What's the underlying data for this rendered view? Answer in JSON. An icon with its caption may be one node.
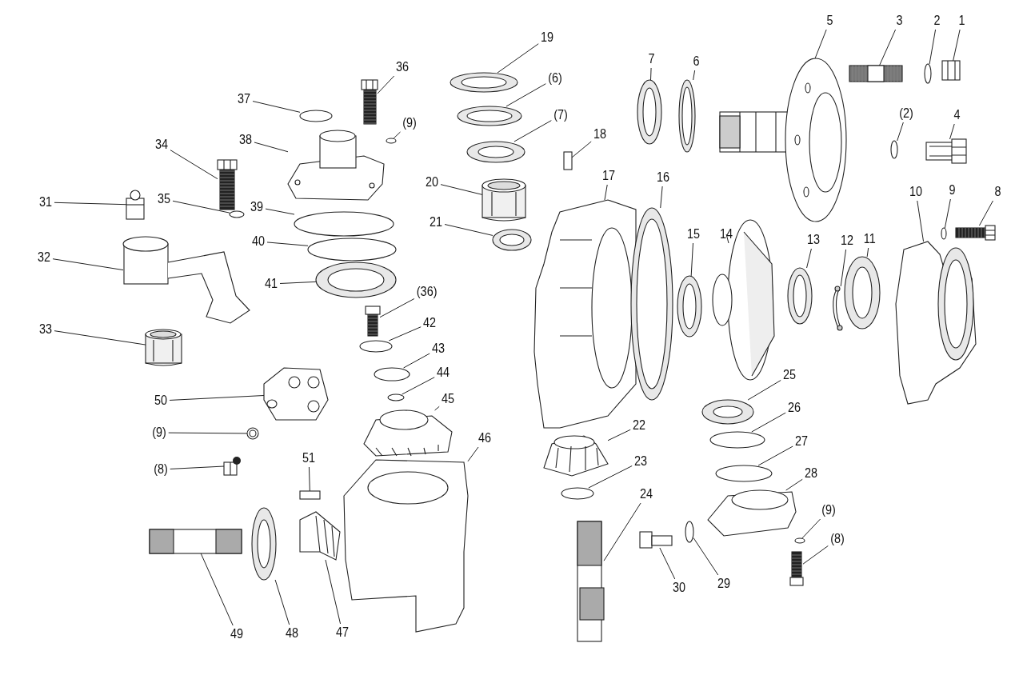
{
  "diagram": {
    "nodes": [
      {
        "text": [
          "1"
        ]
      },
      {
        "text": [
          "2"
        ]
      },
      {
        "text": [
          "3"
        ]
      },
      {
        "text": [
          "5"
        ]
      },
      {
        "text": [
          "19"
        ]
      },
      {
        "text": [
          "7"
        ]
      },
      {
        "text": [
          "6"
        ]
      },
      {
        "text": [
          "36"
        ]
      },
      {
        "text": [
          "(6)"
        ]
      },
      {
        "text": [
          "37"
        ]
      },
      {
        "text": [
          "(2)"
        ]
      },
      {
        "text": [
          "4"
        ]
      },
      {
        "text": [
          "(7)"
        ]
      },
      {
        "text": [
          "(9)"
        ]
      },
      {
        "text": [
          "18"
        ]
      },
      {
        "text": [
          "38"
        ]
      },
      {
        "text": [
          "34"
        ]
      },
      {
        "text": [
          "17"
        ]
      },
      {
        "text": [
          "16"
        ]
      },
      {
        "text": [
          "20"
        ]
      },
      {
        "text": [
          "10"
        ]
      },
      {
        "text": [
          "9"
        ]
      },
      {
        "text": [
          "8"
        ]
      },
      {
        "text": [
          "35"
        ]
      },
      {
        "text": [
          "31"
        ]
      },
      {
        "text": [
          "39"
        ]
      },
      {
        "text": [
          "21"
        ]
      },
      {
        "text": [
          "15"
        ]
      },
      {
        "text": [
          "14"
        ]
      },
      {
        "text": [
          "13"
        ]
      },
      {
        "text": [
          "12"
        ]
      },
      {
        "text": [
          "11"
        ]
      },
      {
        "text": [
          "40"
        ]
      },
      {
        "text": [
          "32"
        ]
      },
      {
        "text": [
          "41"
        ]
      },
      {
        "text": [
          "(36)"
        ]
      },
      {
        "text": [
          "42"
        ]
      },
      {
        "text": [
          "33"
        ]
      },
      {
        "text": [
          "43"
        ]
      },
      {
        "text": [
          "44"
        ]
      },
      {
        "text": [
          "25"
        ]
      },
      {
        "text": [
          "45"
        ]
      },
      {
        "text": [
          "50"
        ]
      },
      {
        "text": [
          "26"
        ]
      },
      {
        "text": [
          "22"
        ]
      },
      {
        "text": [
          "(9)"
        ]
      },
      {
        "text": [
          "46"
        ]
      },
      {
        "text": [
          "27"
        ]
      },
      {
        "text": [
          "51"
        ]
      },
      {
        "text": [
          "23"
        ]
      },
      {
        "text": [
          "(8)"
        ]
      },
      {
        "text": [
          "28"
        ]
      },
      {
        "text": [
          "24"
        ]
      },
      {
        "text": [
          "(9)"
        ]
      },
      {
        "text": [
          "(8)"
        ]
      },
      {
        "text": [
          "29"
        ]
      },
      {
        "text": [
          "30"
        ]
      },
      {
        "text": [
          "47"
        ]
      },
      {
        "text": [
          "48"
        ]
      },
      {
        "text": [
          "49"
        ]
      },
      {
        "text": [],
        "shape": "picture"
      },
      {
        "text": [],
        "shape": "circle"
      },
      {
        "text": [],
        "shape": "picture"
      },
      {
        "text": [],
        "shape": "picture"
      },
      {
        "text": [],
        "shape": "picture"
      },
      {
        "text": [],
        "shape": "picture"
      },
      {
        "text": [],
        "shape": "picture"
      },
      {
        "text": [],
        "shape": "picture"
      },
      {
        "text": [],
        "shape": "picture"
      },
      {
        "text": [],
        "shape": "circle"
      },
      {
        "text": [],
        "shape": "circle"
      },
      {
        "text": [],
        "shape": "picture"
      },
      {
        "text": [],
        "shape": "picture"
      },
      {
        "text": [],
        "shape": "circle"
      },
      {
        "text": [],
        "shape": "box"
      },
      {
        "text": [],
        "shape": "picture"
      },
      {
        "text": [],
        "shape": "picture"
      },
      {
        "text": [],
        "shape": "picture"
      },
      {
        "text": [],
        "shape": "picture"
      },
      {
        "text": [],
        "shape": "picture"
      },
      {
        "text": [],
        "shape": "picture"
      },
      {
        "text": [],
        "shape": "circle"
      },
      {
        "text": [],
        "shape": "picture"
      },
      {
        "text": [],
        "shape": "circle"
      },
      {
        "text": [],
        "shape": "picture"
      },
      {
        "text": [],
        "shape": "circle"
      },
      {
        "text": [],
        "shape": "picture"
      },
      {
        "text": [],
        "shape": "picture"
      },
      {
        "text": [],
        "shape": "picture"
      },
      {
        "text": [],
        "shape": "picture"
      },
      {
        "text": [],
        "shape": "picture"
      },
      {
        "text": [],
        "shape": "picture"
      },
      {
        "text": [],
        "shape": "circle"
      },
      {
        "text": [],
        "shape": "picture"
      },
      {
        "text": [],
        "shape": "picture"
      },
      {
        "text": [],
        "shape": "picture"
      },
      {
        "text": [],
        "shape": "circle"
      },
      {
        "text": [],
        "shape": "picture"
      },
      {
        "text": [],
        "shape": "circle"
      },
      {
        "text": [],
        "shape": "circle"
      },
      {
        "text": [],
        "shape": "picture"
      },
      {
        "text": [],
        "shape": "picture"
      },
      {
        "text": [],
        "shape": "picture"
      },
      {
        "text": [],
        "shape": "circle"
      },
      {
        "text": [],
        "shape": "picture"
      },
      {
        "text": [],
        "shape": "picture"
      },
      {
        "text": [],
        "shape": "picture"
      },
      {
        "text": [],
        "shape": "circle"
      },
      {
        "text": [],
        "shape": "box"
      },
      {
        "text": [],
        "shape": "circle"
      },
      {
        "text": [],
        "shape": "picture"
      },
      {
        "text": [],
        "shape": "picture"
      },
      {
        "text": [],
        "shape": "picture"
      },
      {
        "text": [],
        "shape": "circle"
      },
      {
        "text": [],
        "shape": "picture"
      },
      {
        "text": [],
        "shape": "circle"
      },
      {
        "text": [],
        "shape": "picture"
      },
      {
        "text": [],
        "shape": "picture"
      },
      {
        "text": [],
        "shape": "picture"
      },
      {
        "text": [],
        "shape": "picture"
      }
    ],
    "edges": [
      {
        "from": 0,
        "to": 60,
        "arrow": "none"
      },
      {
        "from": 1,
        "to": 61,
        "arrow": "none"
      },
      {
        "from": 2,
        "to": 62,
        "arrow": "none"
      },
      {
        "from": 3,
        "to": 63,
        "arrow": "none"
      },
      {
        "from": 4,
        "to": 64,
        "arrow": "none"
      },
      {
        "from": 5,
        "to": 65,
        "arrow": "none"
      },
      {
        "from": 6,
        "to": 66,
        "arrow": "none"
      },
      {
        "from": 7,
        "to": 67,
        "arrow": "none"
      },
      {
        "from": 8,
        "to": 68,
        "arrow": "none"
      },
      {
        "from": 9,
        "to": 69,
        "arrow": "none"
      },
      {
        "from": 10,
        "to": 70,
        "arrow": "none"
      },
      {
        "from": 11,
        "to": 71,
        "arrow": "none"
      },
      {
        "from": 12,
        "to": 72,
        "arrow": "none"
      },
      {
        "from": 13,
        "to": 73,
        "arrow": "none"
      },
      {
        "from": 14,
        "to": 74,
        "arrow": "none"
      },
      {
        "from": 15,
        "to": 75,
        "arrow": "none"
      },
      {
        "from": 16,
        "to": 76,
        "arrow": "none"
      },
      {
        "from": 17,
        "to": 77,
        "arrow": "none"
      },
      {
        "from": 18,
        "to": 78,
        "arrow": "none"
      },
      {
        "from": 19,
        "to": 79,
        "arrow": "none"
      },
      {
        "from": 20,
        "to": 80,
        "arrow": "none"
      },
      {
        "from": 21,
        "to": 81,
        "arrow": "none"
      },
      {
        "from": 22,
        "to": 82,
        "arrow": "none"
      },
      {
        "from": 23,
        "to": 83,
        "arrow": "none"
      },
      {
        "from": 24,
        "to": 84,
        "arrow": "none"
      },
      {
        "from": 25,
        "to": 85,
        "arrow": "none"
      },
      {
        "from": 26,
        "to": 86,
        "arrow": "none"
      },
      {
        "from": 27,
        "to": 87,
        "arrow": "none"
      },
      {
        "from": 28,
        "to": 88,
        "arrow": "none"
      },
      {
        "from": 29,
        "to": 89,
        "arrow": "none"
      },
      {
        "from": 30,
        "to": 90,
        "arrow": "none"
      },
      {
        "from": 31,
        "to": 91,
        "arrow": "none"
      },
      {
        "from": 32,
        "to": 92,
        "arrow": "none"
      },
      {
        "from": 33,
        "to": 93,
        "arrow": "none"
      },
      {
        "from": 34,
        "to": 94,
        "arrow": "none"
      },
      {
        "from": 35,
        "to": 95,
        "arrow": "none"
      },
      {
        "from": 36,
        "to": 96,
        "arrow": "none"
      },
      {
        "from": 37,
        "to": 97,
        "arrow": "none"
      },
      {
        "from": 38,
        "to": 98,
        "arrow": "none"
      },
      {
        "from": 39,
        "to": 99,
        "arrow": "none"
      },
      {
        "from": 40,
        "to": 100,
        "arrow": "none"
      },
      {
        "from": 41,
        "to": 101,
        "arrow": "none"
      },
      {
        "from": 42,
        "to": 102,
        "arrow": "none"
      },
      {
        "from": 43,
        "to": 103,
        "arrow": "none"
      },
      {
        "from": 44,
        "to": 104,
        "arrow": "none"
      },
      {
        "from": 45,
        "to": 105,
        "arrow": "none"
      },
      {
        "from": 46,
        "to": 106,
        "arrow": "none"
      },
      {
        "from": 47,
        "to": 107,
        "arrow": "none"
      },
      {
        "from": 48,
        "to": 108,
        "arrow": "none"
      },
      {
        "from": 49,
        "to": 109,
        "arrow": "none"
      },
      {
        "from": 50,
        "to": 110,
        "arrow": "none"
      },
      {
        "from": 51,
        "to": 111,
        "arrow": "none"
      },
      {
        "from": 52,
        "to": 112,
        "arrow": "none"
      },
      {
        "from": 53,
        "to": 113,
        "arrow": "none"
      },
      {
        "from": 54,
        "to": 114,
        "arrow": "none"
      },
      {
        "from": 55,
        "to": 115,
        "arrow": "none"
      },
      {
        "from": 56,
        "to": 116,
        "arrow": "none"
      },
      {
        "from": 57,
        "to": 117,
        "arrow": "none"
      },
      {
        "from": 58,
        "to": 118,
        "arrow": "none"
      },
      {
        "from": 59,
        "to": 119,
        "arrow": "none"
      }
    ]
  }
}
